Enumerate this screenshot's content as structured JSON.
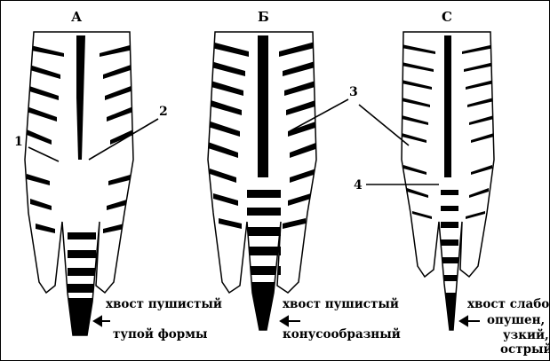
{
  "panels": [
    {
      "letter": "А",
      "caption_line1": "хвост пушистый",
      "caption_line2": "тупой формы"
    },
    {
      "letter": "Б",
      "caption_line1": "хвост пушистый",
      "caption_line2": "конусообразный"
    },
    {
      "letter": "С",
      "caption_line1": "хвост слабо",
      "caption_line2": "опушен,",
      "caption_line3": "узкий,",
      "caption_line4": "острый"
    }
  ],
  "callouts": {
    "n1": "1",
    "n2": "2",
    "n3": "3",
    "n4": "4"
  },
  "colors": {
    "ink": "#000000",
    "paper": "#ffffff"
  }
}
